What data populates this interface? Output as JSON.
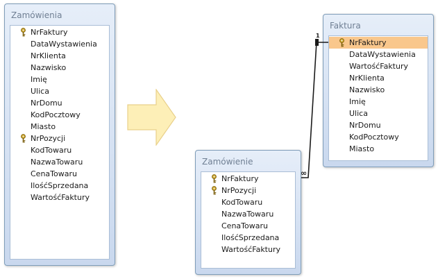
{
  "colors": {
    "frame_border": "#7f9db9",
    "title_text": "#6f7f93",
    "selected_row": "#f9c78c",
    "arrow_fill": "#fdefb7",
    "arrow_stroke": "#e9d08a",
    "key_icon": "#c9a227"
  },
  "tables": {
    "zamowienia": {
      "title": "Zamówienia",
      "fields": [
        {
          "name": "NrFaktury",
          "key": true
        },
        {
          "name": "DataWystawienia",
          "key": false
        },
        {
          "name": "NrKlienta",
          "key": false
        },
        {
          "name": "Nazwisko",
          "key": false
        },
        {
          "name": "Imię",
          "key": false
        },
        {
          "name": "Ulica",
          "key": false
        },
        {
          "name": "NrDomu",
          "key": false
        },
        {
          "name": "KodPocztowy",
          "key": false
        },
        {
          "name": "Miasto",
          "key": false
        },
        {
          "name": "NrPozycji",
          "key": true
        },
        {
          "name": "KodTowaru",
          "key": false
        },
        {
          "name": "NazwaTowaru",
          "key": false
        },
        {
          "name": "CenaTowaru",
          "key": false
        },
        {
          "name": "IlośćSprzedana",
          "key": false
        },
        {
          "name": "WartośćFaktury",
          "key": false
        }
      ]
    },
    "zamowienie": {
      "title": "Zamówienie",
      "fields": [
        {
          "name": "NrFaktury",
          "key": true
        },
        {
          "name": "NrPozycji",
          "key": true
        },
        {
          "name": "KodTowaru",
          "key": false
        },
        {
          "name": "NazwaTowaru",
          "key": false
        },
        {
          "name": "CenaTowaru",
          "key": false
        },
        {
          "name": "IlośćSprzedana",
          "key": false
        },
        {
          "name": "WartośćFaktury",
          "key": false
        }
      ]
    },
    "faktura": {
      "title": "Faktura",
      "fields": [
        {
          "name": "NrFaktury",
          "key": true,
          "selected": true
        },
        {
          "name": "DataWystawienia",
          "key": false
        },
        {
          "name": "WartośćFaktury",
          "key": false
        },
        {
          "name": "NrKlienta",
          "key": false
        },
        {
          "name": "Nazwisko",
          "key": false
        },
        {
          "name": "Imię",
          "key": false
        },
        {
          "name": "Ulica",
          "key": false
        },
        {
          "name": "NrDomu",
          "key": false
        },
        {
          "name": "KodPocztowy",
          "key": false
        },
        {
          "name": "Miasto",
          "key": false
        }
      ]
    }
  },
  "relationship": {
    "one_side_label": "1",
    "many_side_label": "∞"
  }
}
